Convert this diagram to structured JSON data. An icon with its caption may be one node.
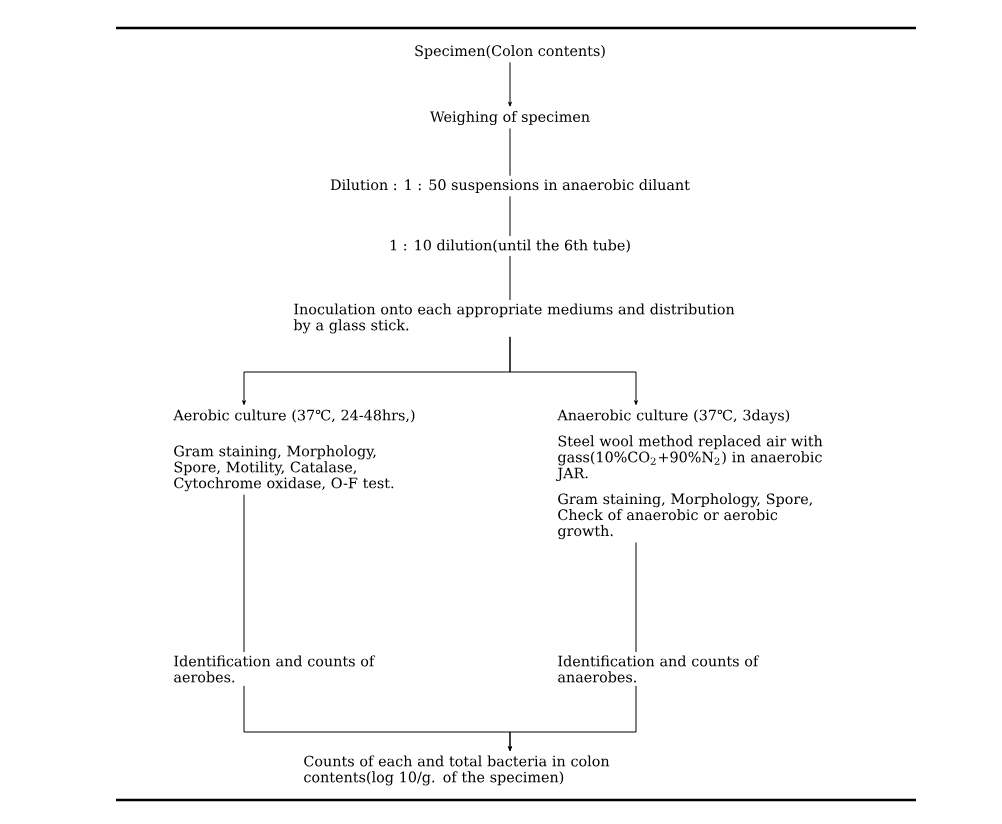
{
  "diagram": {
    "nodes": [
      {
        "text": [
          "Specimen(Colon contents)"
        ]
      },
      {
        "text": [
          "Weighing of specimen"
        ]
      },
      {
        "text": [
          "Dilution : 1 : 50 suspensions in anaerobic diluant"
        ]
      },
      {
        "text": [
          "1 : 10 dilution(until the 6th tube)"
        ]
      },
      {
        "text": [
          "Inoculation onto each appropriate mediums and distribution by a glass stick."
        ]
      },
      {
        "text": [
          "Aerobic culture (37℃, 24-48hrs,)",
          "Gram staining, Morphology, Spore, Motility, Catalase, Cytochrome oxidase, O-F test."
        ]
      },
      {
        "text": [
          "Anaerobic culture (37℃, 3days)",
          "Steel wool method replaced air with gass(10%CO$_{2}$+90%N$_{2}$) in anaerobic JAR.",
          "Gram staining, Morphology, Spore, Check of anaerobic or aerobic growth."
        ]
      },
      {
        "text": [
          "Identification and counts of aerobes."
        ]
      },
      {
        "text": [
          "Identification and counts of anaerobes."
        ]
      },
      {
        "text": [
          "Counts of each and total bacteria in colon contents(log 10/g. of the specimen)"
        ]
      }
    ],
    "edges": [
      {
        "from": 0,
        "to": 1,
        "arrow": "to"
      },
      {
        "from": 1,
        "to": 2,
        "arrow": "none"
      },
      {
        "from": 2,
        "to": 3,
        "arrow": "none"
      },
      {
        "from": 3,
        "to": 4,
        "arrow": "none"
      },
      {
        "from": 4,
        "to": 5,
        "arrow": "to"
      },
      {
        "from": 4,
        "to": 6,
        "arrow": "to"
      },
      {
        "from": 5,
        "to": 7,
        "arrow": "none"
      },
      {
        "from": 6,
        "to": 8,
        "arrow": "none"
      },
      {
        "from": 7,
        "to": 9,
        "arrow": "to"
      },
      {
        "from": 8,
        "to": 9,
        "arrow": "to"
      }
    ]
  }
}
